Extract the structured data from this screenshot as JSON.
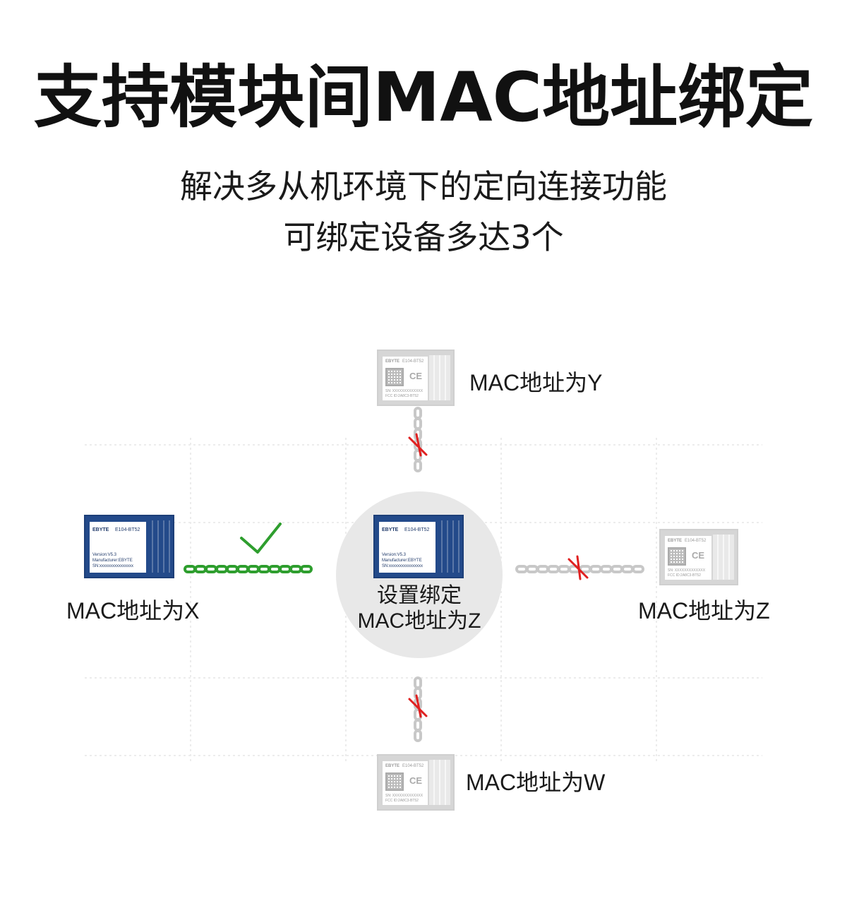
{
  "title": "支持模块间MAC地址绑定",
  "subtitle": {
    "line1": "解决多从机环境下的定向连接功能",
    "line2": "可绑定设备多达3个"
  },
  "diagram": {
    "center": {
      "label_line1": "设置绑定",
      "label_line2": "MAC地址为Z"
    },
    "nodes": {
      "top": {
        "label": "MAC地址为Y",
        "status": "blocked"
      },
      "left": {
        "label": "MAC地址为X",
        "status": "connected"
      },
      "right": {
        "label": "MAC地址为Z",
        "status": "blocked"
      },
      "bottom": {
        "label": "MAC地址为W",
        "status": "blocked"
      }
    },
    "module_text": {
      "brand": "EBYTE",
      "model": "E104-BT52",
      "version": "Version:V5.3",
      "manufacturer": "Manufacturer:EBYTE",
      "sn": "SN:xxxxxxxxxxxxxxxx",
      "sn_grey": "SN: XXXXXXXXXXXXX",
      "fcc": "FCC ID:2A8C3-BT52",
      "ce": "CE"
    },
    "colors": {
      "connected": "#2e9e2e",
      "blocked": "#e02020",
      "module_blue": "#234a8a",
      "module_grey": "#d6d6d6",
      "chain_grey": "#c8c8c8",
      "grid": "#ececec"
    }
  }
}
